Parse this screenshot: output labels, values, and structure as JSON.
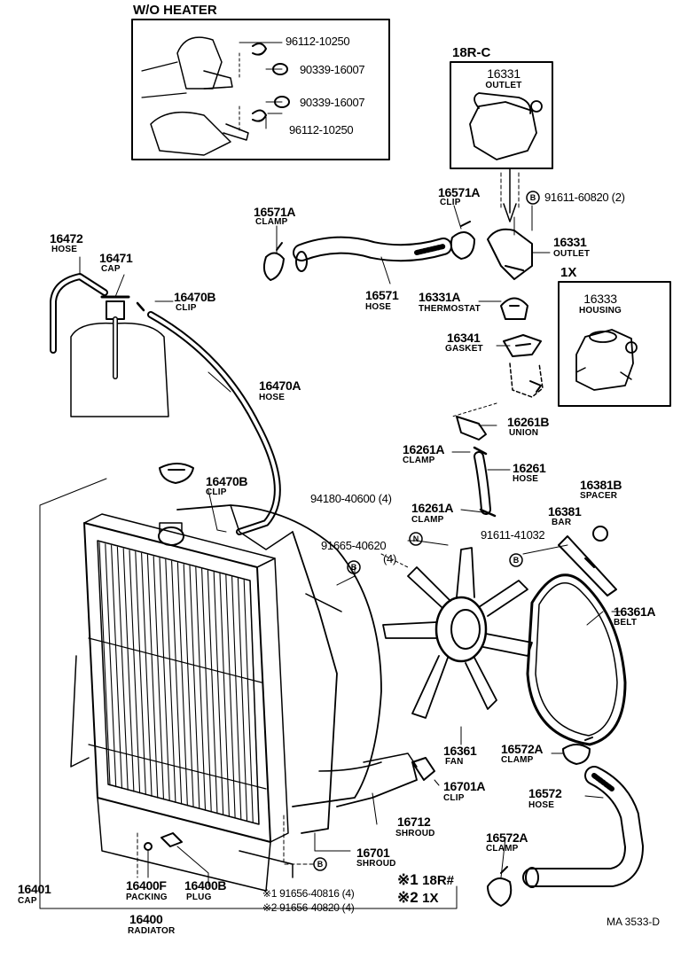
{
  "headings": {
    "wo_heater": "W/O HEATER",
    "r18c": "18R-C",
    "x1": "1X"
  },
  "parts": {
    "p96112_a": "96112-10250",
    "p90339_a": "90339-16007",
    "p90339_b": "90339-16007",
    "p96112_b": "96112-10250",
    "p16331_top_num": "16331",
    "p16331_top_name": "OUTLET",
    "p16571A_left_num": "16571A",
    "p16571A_left_name": "CLAMP",
    "p16571A_right_num": "16571A",
    "p16571A_right_name": "CLIP",
    "p91611_60820": "91611-60820 (2)",
    "p16331_num": "16331",
    "p16331_name": "OUTLET",
    "p16472_num": "16472",
    "p16472_name": "HOSE",
    "p16471_num": "16471",
    "p16471_name": "CAP",
    "p16470B_top_num": "16470B",
    "p16470B_top_name": "CLIP",
    "p16571_num": "16571",
    "p16571_name": "HOSE",
    "p16331A_num": "16331A",
    "p16331A_name": "THERMOSTAT",
    "p16333_num": "16333",
    "p16333_name": "HOUSING",
    "p16341_num": "16341",
    "p16341_name": "GASKET",
    "p16470A_num": "16470A",
    "p16470A_name": "HOSE",
    "p16261B_num": "16261B",
    "p16261B_name": "UNION",
    "p16261A_top_num": "16261A",
    "p16261A_top_name": "CLAMP",
    "p16261_num": "16261",
    "p16261_name": "HOSE",
    "p16470B_mid_num": "16470B",
    "p16470B_mid_name": "CLIP",
    "p94180": "94180-40600 (4)",
    "p16261A_bot_num": "16261A",
    "p16261A_bot_name": "CLAMP",
    "p16381B_num": "16381B",
    "p16381B_name": "SPACER",
    "p16381_num": "16381",
    "p16381_name": "BAR",
    "p91665_num": "91665-40620",
    "p91665_qty": "(4)",
    "p91611_41032": "91611-41032",
    "p16361A_num": "16361A",
    "p16361A_name": "BELT",
    "p16361_num": "16361",
    "p16361_name": "FAN",
    "p16572A_top_num": "16572A",
    "p16572A_top_name": "CLAMP",
    "p16701A_num": "16701A",
    "p16701A_name": "CLIP",
    "p16572_num": "16572",
    "p16572_name": "HOSE",
    "p16712_num": "16712",
    "p16712_name": "SHROUD",
    "p16701_num": "16701",
    "p16701_name": "SHROUD",
    "p16572A_bot_num": "16572A",
    "p16572A_bot_name": "CLAMP",
    "p16401_num": "16401",
    "p16401_name": "CAP",
    "p16400F_num": "16400F",
    "p16400F_name": "PACKING",
    "p16400B_num": "16400B",
    "p16400B_name": "PLUG",
    "p16400_num": "16400",
    "p16400_name": "RADIATOR",
    "p91656_1": "※1 91656-40816 (4)",
    "p91656_2": "※2 91656-40820 (4)"
  },
  "legend": {
    "n1": "※1",
    "n1_text": "18R#",
    "n2": "※2",
    "n2_text": "1X"
  },
  "markers": {
    "b": "B",
    "n": "N"
  },
  "footer": {
    "code": "MA 3533-D"
  }
}
